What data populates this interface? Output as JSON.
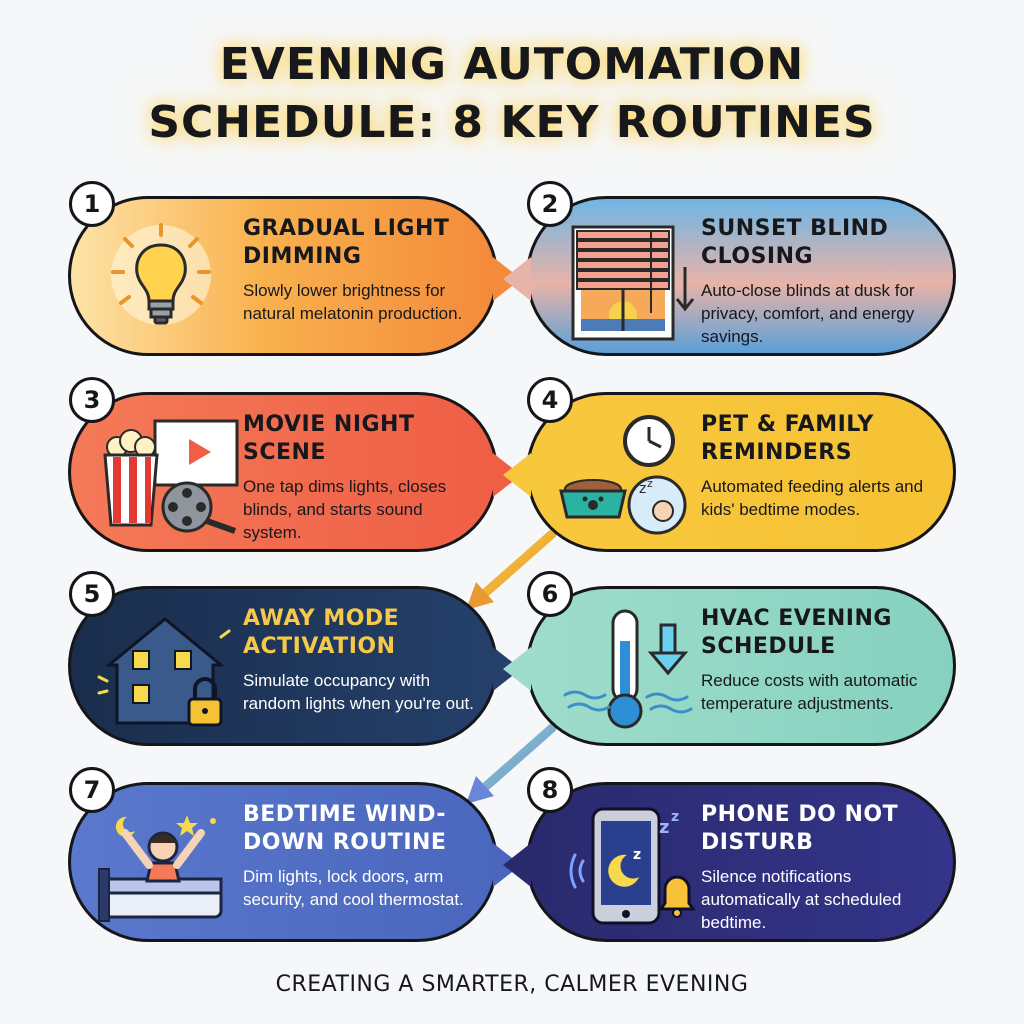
{
  "title": {
    "line1": "EVENING AUTOMATION",
    "line2": "SCHEDULE: 8 KEY ROUTINES"
  },
  "routines": [
    {
      "number": "1",
      "title": "GRADUAL LIGHT DIMMING",
      "description": "Slowly lower brightness for natural melatonin production.",
      "icon": "lightbulb-icon",
      "color": "#f9a23b"
    },
    {
      "number": "2",
      "title": "SUNSET BLIND CLOSING",
      "description": "Auto-close blinds at dusk for privacy, comfort, and energy savings.",
      "icon": "window-blind-icon",
      "color": "#5fa8dc"
    },
    {
      "number": "3",
      "title": "MOVIE NIGHT SCENE",
      "description": "One tap dims lights, closes blinds, and starts sound system.",
      "icon": "movie-popcorn-icon",
      "color": "#f26b4f"
    },
    {
      "number": "4",
      "title": "PET & FAMILY REMINDERS",
      "description": "Automated feeding alerts and kids' bedtime modes.",
      "icon": "pet-bowl-clock-icon",
      "color": "#f8c83c"
    },
    {
      "number": "5",
      "title": "AWAY MODE ACTIVATION",
      "description": "Simulate occupancy with random lights when you're out.",
      "icon": "house-lock-icon",
      "color": "#1e3557"
    },
    {
      "number": "6",
      "title": "HVAC EVENING SCHEDULE",
      "description": "Reduce costs with automatic temperature adjustments.",
      "icon": "thermometer-icon",
      "color": "#8fd6c4"
    },
    {
      "number": "7",
      "title": "BEDTIME WIND-DOWN ROUTINE",
      "description": "Dim lights, lock doors, arm security, and cool thermostat.",
      "icon": "bedtime-stretch-icon",
      "color": "#5570c4"
    },
    {
      "number": "8",
      "title": "PHONE DO NOT DISTURB",
      "description": "Silence notifications automatically at scheduled bedtime.",
      "icon": "phone-dnd-icon",
      "color": "#2f2f7a"
    }
  ],
  "footer": "CREATING A SMARTER, CALMER EVENING"
}
